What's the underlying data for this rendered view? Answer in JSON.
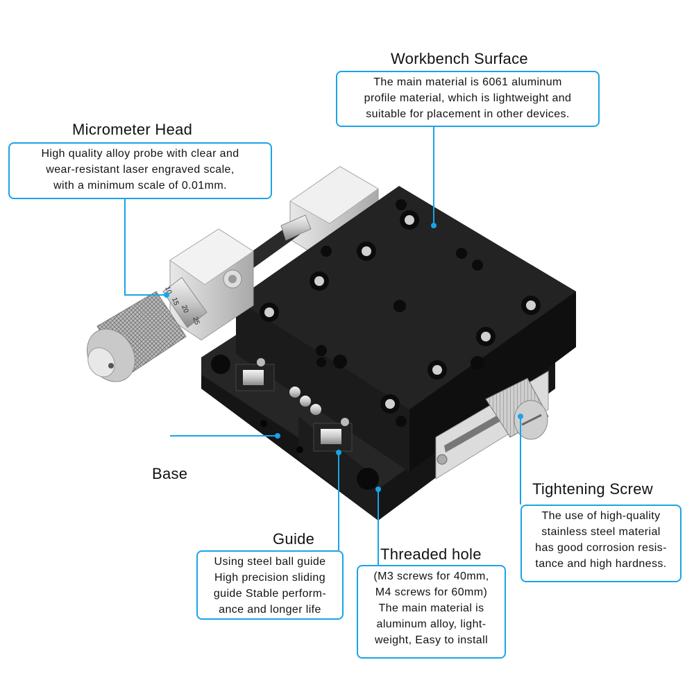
{
  "callouts": {
    "workbench": {
      "title": "Workbench Surface",
      "lines": [
        "The main material is 6061 aluminum",
        "profile material, which is lightweight and",
        "suitable for placement in other devices."
      ]
    },
    "micrometer": {
      "title": "Micrometer Head",
      "lines": [
        "High quality alloy probe with clear and",
        "wear-resistant laser engraved scale,",
        "with a minimum scale of 0.01mm."
      ]
    },
    "base": {
      "title": "Base"
    },
    "guide": {
      "title": "Guide",
      "lines": [
        "Using steel ball guide",
        "High precision sliding",
        "guide Stable perform-",
        "ance and longer life"
      ]
    },
    "threaded": {
      "title": "Threaded hole",
      "lines": [
        "(M3 screws for 40mm,",
        "M4 screws for 60mm)",
        "The main material is",
        "aluminum alloy, light-",
        "weight, Easy to install"
      ]
    },
    "tightening": {
      "title": "Tightening Screw",
      "lines": [
        "The use of high-quality",
        "stainless steel material",
        "has good corrosion resis-",
        "tance and high hardness."
      ]
    }
  },
  "scale_marks": [
    "15",
    "20",
    "25",
    "10"
  ],
  "colors": {
    "accent": "#1aa3e8",
    "body": "#1b1b1b",
    "metal": "#d9d9d9"
  }
}
